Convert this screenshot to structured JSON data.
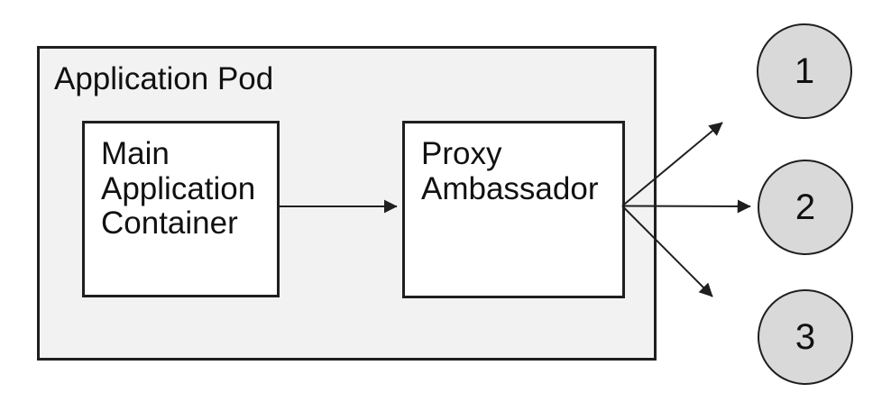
{
  "pod": {
    "label": "Application Pod"
  },
  "nodes": [
    {
      "id": "main-application-container",
      "label": "Main Application Container"
    },
    {
      "id": "proxy-ambassador",
      "label": "Proxy Ambassador"
    }
  ],
  "endpoints": [
    {
      "label": "1"
    },
    {
      "label": "2"
    },
    {
      "label": "3"
    }
  ],
  "edges": [
    {
      "from": "Main Application Container",
      "to": "Proxy Ambassador"
    },
    {
      "from": "Proxy Ambassador",
      "to": "1"
    },
    {
      "from": "Proxy Ambassador",
      "to": "2"
    },
    {
      "from": "Proxy Ambassador",
      "to": "3"
    }
  ],
  "colors": {
    "pod_fill": "#f2f2f2",
    "node_fill": "#ffffff",
    "endpoint_fill": "#d9d9d9",
    "stroke": "#1f1f1f"
  }
}
